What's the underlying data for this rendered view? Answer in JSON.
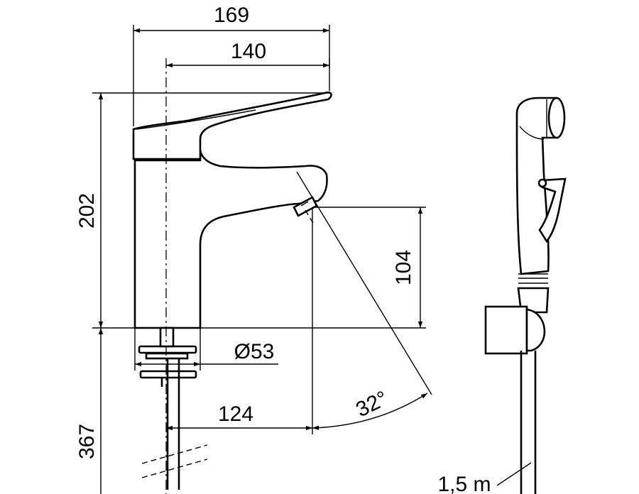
{
  "dimensions": {
    "overall_width": "169",
    "spout_reach": "140",
    "overall_height": "202",
    "spout_height": "104",
    "base_diameter": "Ø53",
    "axis_to_spout": "124",
    "spray_angle": "32°",
    "supply_length": "367",
    "hose_length": "1,5 m"
  }
}
